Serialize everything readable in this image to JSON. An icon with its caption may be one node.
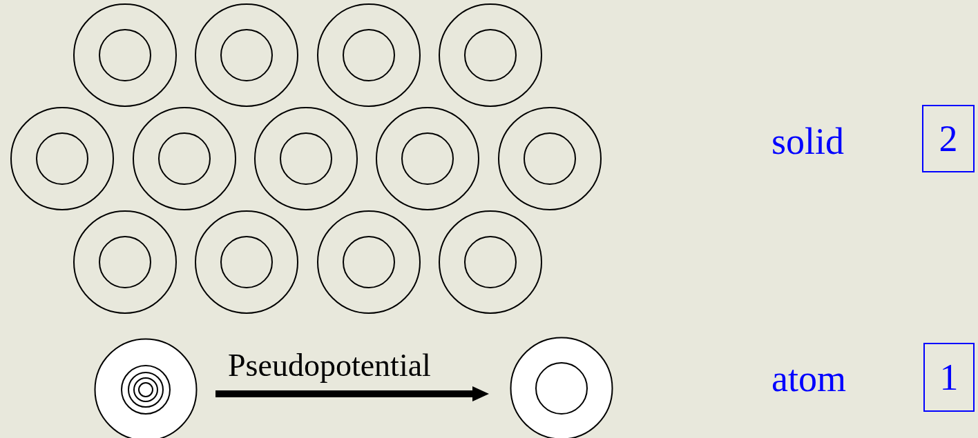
{
  "diagram": {
    "nodes": [
      {
        "text": [
          "2"
        ]
      },
      {
        "text": [],
        "shape": "circle"
      },
      {
        "text": [],
        "shape": "circle"
      },
      {
        "text": [
          "1"
        ]
      }
    ],
    "edges": [
      {
        "from": 1,
        "to": 2,
        "arrow": "to",
        "label": "Pseudopotential"
      }
    ],
    "labels": [
      "solid",
      "atom"
    ]
  }
}
